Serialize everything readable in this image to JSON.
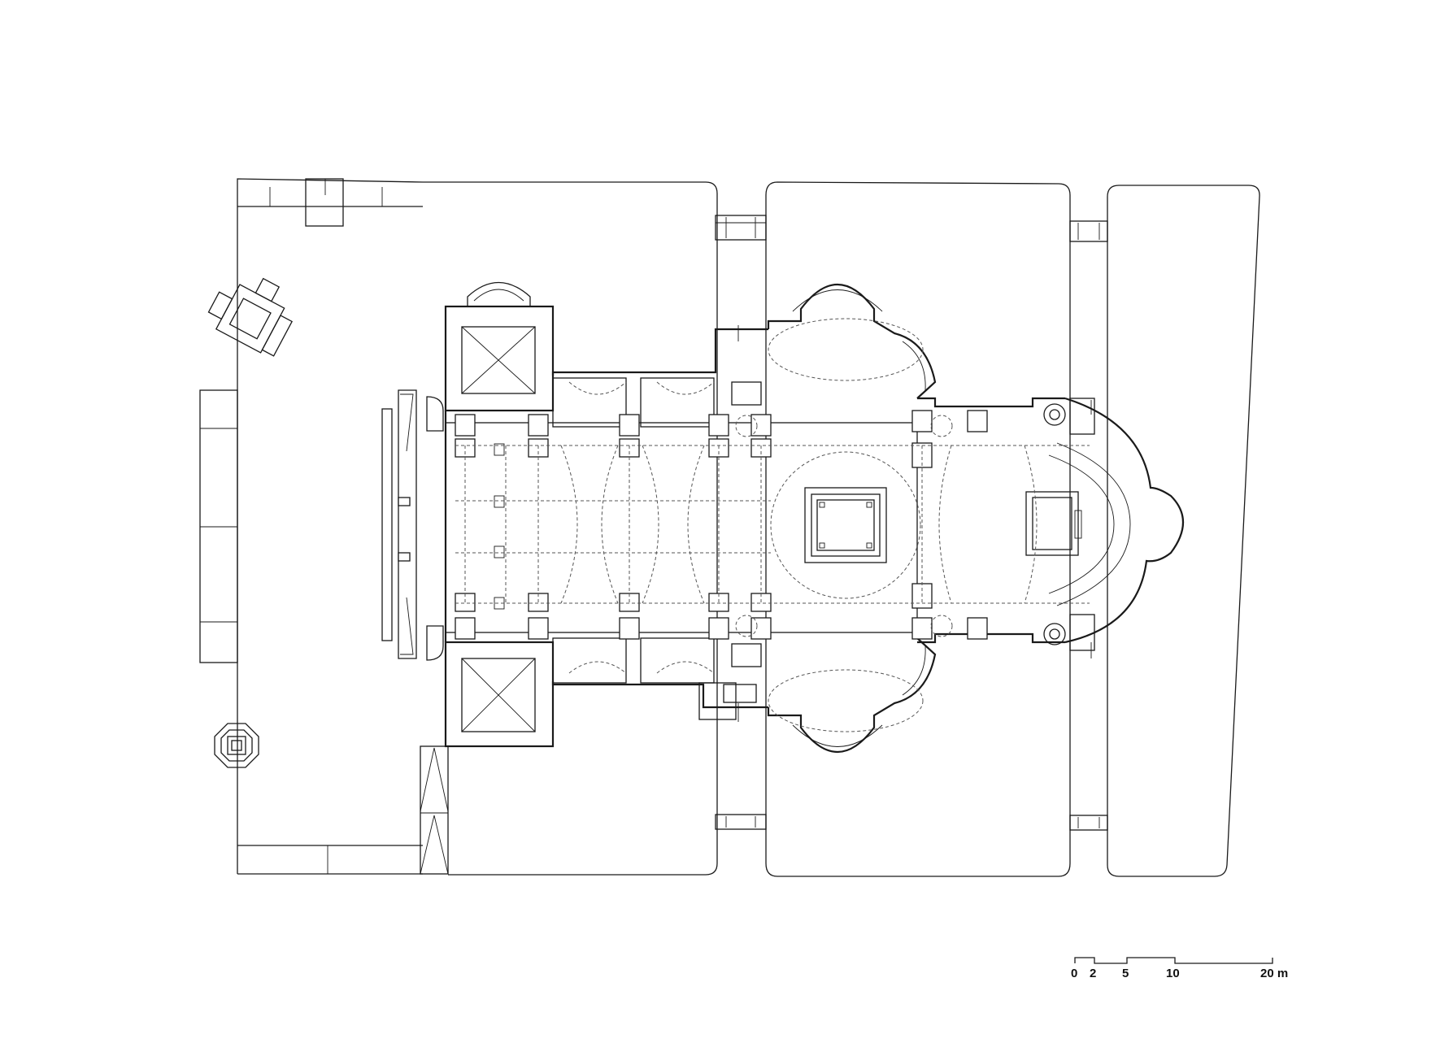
{
  "scale_bar": {
    "ticks": [
      "0",
      "2",
      "5",
      "10",
      "20 m"
    ]
  }
}
